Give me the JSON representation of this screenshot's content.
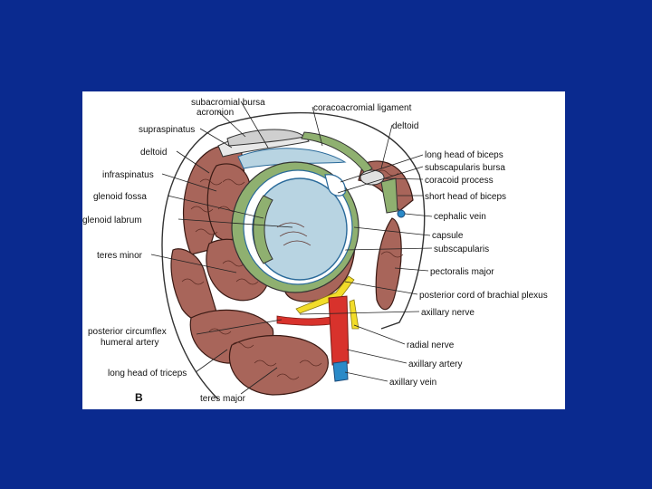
{
  "figure": {
    "panel_letter": "B",
    "labels_left": [
      "subacromial bursa",
      "acromion",
      "supraspinatus",
      "deltoid",
      "infraspinatus",
      "glenoid fossa",
      "glenoid labrum",
      "teres minor",
      "posterior circumflex",
      "humeral artery",
      "long head of triceps",
      "teres major"
    ],
    "labels_right": [
      "coracoacromial ligament",
      "deltoid",
      "long head of biceps",
      "subscapularis bursa",
      "coracoid process",
      "short head of biceps",
      "cephalic vein",
      "capsule",
      "subscapularis",
      "pectoralis major",
      "posterior cord of brachial plexus",
      "axillary nerve",
      "radial nerve",
      "axillary artery",
      "axillary vein"
    ],
    "colors": {
      "background": "#0a2a8f",
      "muscle": "#a8655a",
      "tendon": "#8fb070",
      "cartilage": "#b8d4e2",
      "nerve": "#f2dc2a",
      "artery": "#d8322c",
      "vein": "#2a8ac8"
    }
  }
}
